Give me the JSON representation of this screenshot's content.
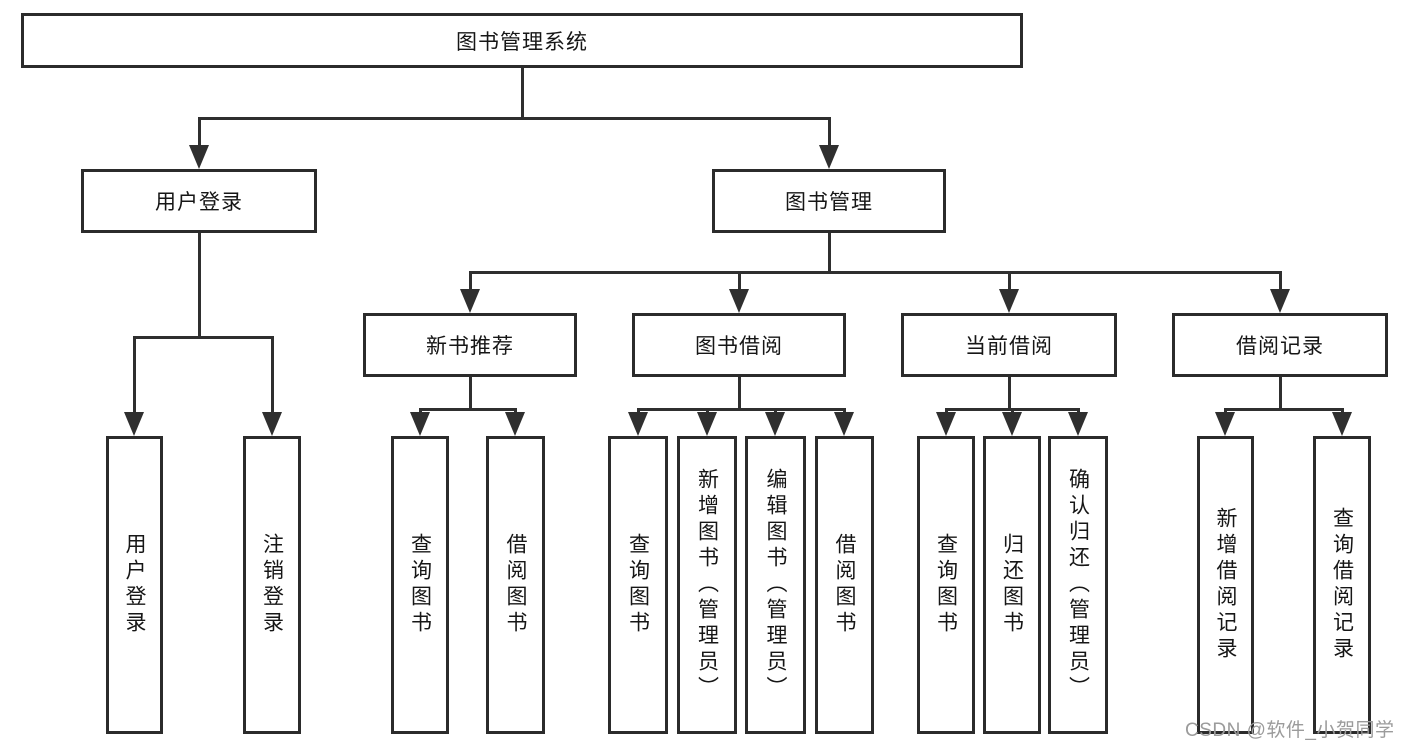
{
  "tree": {
    "label": "图书管理系统",
    "children": [
      {
        "label": "用户登录",
        "children": [
          {
            "label": "用户登录"
          },
          {
            "label": "注销登录"
          }
        ]
      },
      {
        "label": "图书管理",
        "children": [
          {
            "label": "新书推荐",
            "children": [
              {
                "label": "查询图书"
              },
              {
                "label": "借阅图书"
              }
            ]
          },
          {
            "label": "图书借阅",
            "children": [
              {
                "label": "查询图书"
              },
              {
                "label": "新增图书（管理员）"
              },
              {
                "label": "编辑图书（管理员）"
              },
              {
                "label": "借阅图书"
              }
            ]
          },
          {
            "label": "当前借阅",
            "children": [
              {
                "label": "查询图书"
              },
              {
                "label": "归还图书"
              },
              {
                "label": "确认归还（管理员）"
              }
            ]
          },
          {
            "label": "借阅记录",
            "children": [
              {
                "label": "新增借阅记录"
              },
              {
                "label": "查询借阅记录"
              }
            ]
          }
        ]
      }
    ]
  },
  "watermark": {
    "text": "CSDN @软件_小贺同学",
    "color": "#9b9b9b"
  },
  "colors": {
    "line": "#2f2f2f",
    "box_border": "#2b2b2b",
    "text": "#161616",
    "background": "#ffffff"
  }
}
